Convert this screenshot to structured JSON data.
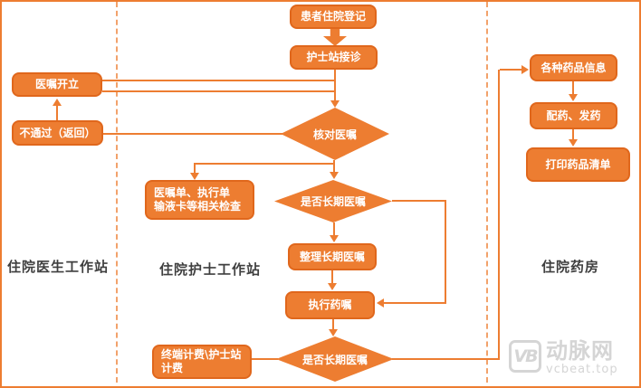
{
  "colors": {
    "accent": "#ED7D31",
    "accent_border": "#e0671c",
    "dashed": "#F2A26B",
    "label": "#3F3F3F",
    "logo": "#D5D5D5"
  },
  "sections": {
    "doctor": "住院医生工作站",
    "nurse": "住院护士工作站",
    "pharmacy": "住院药房"
  },
  "nodes": {
    "patient_registration": "患者住院登记",
    "nurse_reception": "护士站接诊",
    "order_creation": "医嘱开立",
    "not_passed": "不通过（返回）",
    "order_sheets_line1": "医嘱单、执行单",
    "order_sheets_line2": "输液卡等相关检查",
    "verify_orders": "核对医嘱",
    "is_longterm_1": "是否长期医嘱",
    "organize_longterm": "整理长期医嘱",
    "execute_orders": "执行药嘱",
    "is_longterm_2": "是否长期医嘱",
    "terminal_billing_line1": "终端计费\\护士站",
    "terminal_billing_line2": "计费",
    "drug_info": "各种药品信息",
    "dispense": "配药、发药",
    "print_drug_list": "打印药品清单"
  },
  "logo": {
    "mark": "VB",
    "brand": "动脉网",
    "url": "vcbeat.top"
  }
}
